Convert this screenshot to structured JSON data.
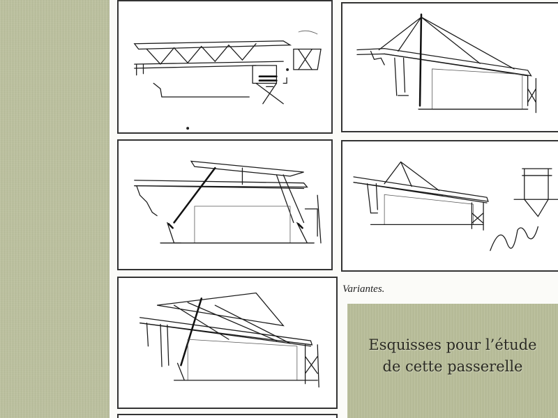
{
  "slide": {
    "caption_line1": "Esquisses pour l’étude",
    "caption_line2": "de cette passerelle",
    "variantes_label": "Variantes."
  },
  "colors": {
    "background": "#b9be9b",
    "sheet": "#fbfbf8",
    "ink": "#1a1a1a",
    "caption_text": "#2a2a22"
  }
}
